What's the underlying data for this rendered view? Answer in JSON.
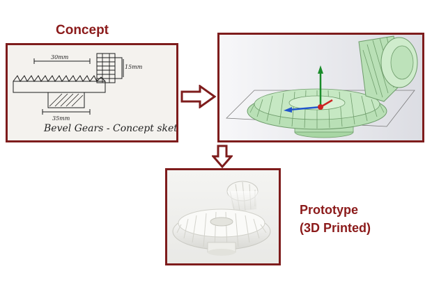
{
  "headings": {
    "concept": "Concept",
    "prototype_line1": "Prototype",
    "prototype_line2": "(3D Printed)"
  },
  "concept_sketch": {
    "caption": "Bevel Gears - Concept sketch",
    "dim_top": "30mm",
    "dim_right": "15mm",
    "dim_bottom": "35mm"
  },
  "colors": {
    "frame": "#7e1c1c",
    "heading": "#8b1a1a",
    "cad_gear": "#b9e0b6",
    "print_gear": "#f3f3f0"
  },
  "icons": {
    "arrow_right": "outline-arrow-right",
    "arrow_down": "outline-arrow-down"
  }
}
